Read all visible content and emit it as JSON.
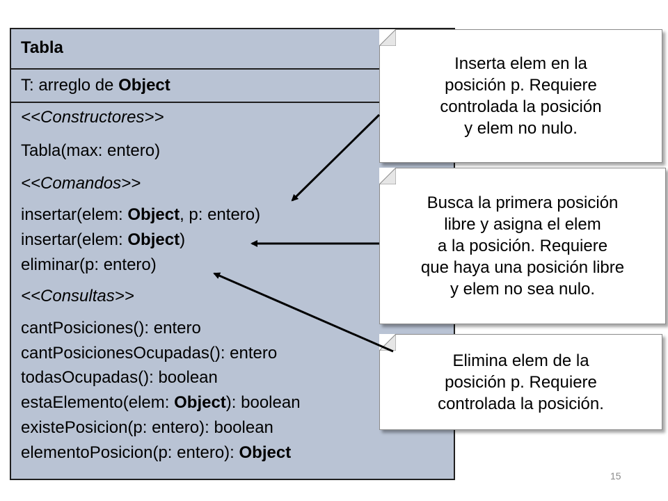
{
  "class_box": {
    "name": "Tabla",
    "attribute": {
      "prefix": "T: arreglo de ",
      "type": "Object"
    },
    "operations": [
      {
        "kind": "stereotype",
        "text": "<<Constructores>>"
      },
      {
        "kind": "method",
        "parts": [
          "Tabla(max: entero)"
        ]
      },
      {
        "kind": "stereotype",
        "text": "<<Comandos>>"
      },
      {
        "kind": "method",
        "parts": [
          "insertar(elem: ",
          "Object",
          ", p: entero)"
        ]
      },
      {
        "kind": "method",
        "parts": [
          "insertar(elem: ",
          "Object",
          ")"
        ]
      },
      {
        "kind": "method",
        "parts": [
          "eliminar(p: entero)"
        ]
      },
      {
        "kind": "stereotype",
        "text": "<<Consultas>>"
      },
      {
        "kind": "method",
        "parts": [
          "cantPosiciones(): entero"
        ]
      },
      {
        "kind": "method",
        "parts": [
          "cantPosicionesOcupadas(): entero"
        ]
      },
      {
        "kind": "method",
        "parts": [
          "todasOcupadas(): boolean"
        ]
      },
      {
        "kind": "method",
        "parts": [
          "estaElemento(elem: ",
          "Object",
          "): boolean"
        ]
      },
      {
        "kind": "method",
        "parts": [
          "existePosicion(p: entero): boolean"
        ]
      },
      {
        "kind": "method",
        "parts": [
          "elementoPosicion(p: entero): ",
          "Object"
        ]
      }
    ]
  },
  "notes": [
    {
      "lines": [
        "Inserta elem en la",
        "posición p. Requiere",
        "controlada la posición",
        "y elem no nulo."
      ]
    },
    {
      "lines": [
        "Busca la primera posición",
        "libre y asigna el elem",
        "a la posición. Requiere",
        "que haya una posición libre",
        "y elem no sea nulo."
      ]
    },
    {
      "lines": [
        "Elimina elem de la",
        "posición p. Requiere",
        "controlada la posición."
      ]
    }
  ],
  "page_number": "15",
  "colors": {
    "class_fill": "#b9c3d4",
    "border": "#1f1f1f",
    "note_fill": "#ffffff"
  }
}
